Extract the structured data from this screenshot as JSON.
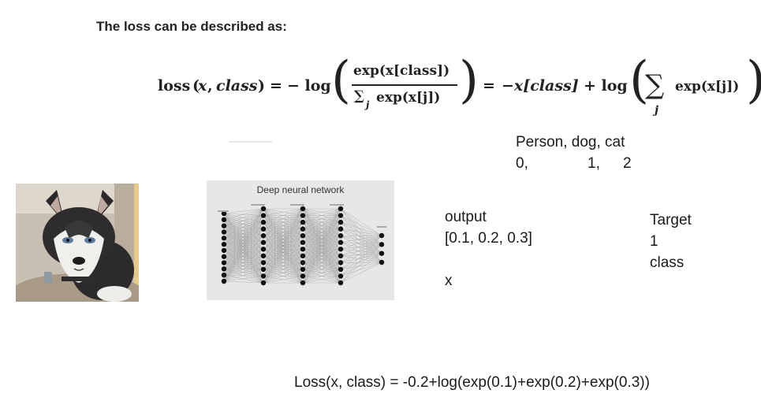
{
  "heading": "The loss can be described as:",
  "formula": {
    "lhs_loss": "loss",
    "lhs_open": "(",
    "lhs_x": "x",
    "lhs_comma": ", ",
    "lhs_class": "class",
    "lhs_close": ")",
    "eq1": "=",
    "neg_log": "− log",
    "num": "exp(x[class])",
    "den_sigma": "∑",
    "den_j": "j",
    "den_rest": "exp(x[j])",
    "eq2": "=",
    "rhs1": "−x[class]",
    "plus_log": "+ log",
    "sum_sigma": "∑",
    "sum_j": "j",
    "sum_rest": "exp(x[j])"
  },
  "classes": {
    "names": "Person, dog, cat",
    "idx0": "0,",
    "idx1": "1,",
    "idx2": "2"
  },
  "network": {
    "title": "Deep neural network"
  },
  "output": {
    "label": "output",
    "values": "[0.1, 0.2, 0.3]",
    "x_label": "x"
  },
  "target": {
    "label": "Target",
    "value": "1",
    "class_label": "class"
  },
  "loss_line": "Loss(x, class)  =  -0.2+log(exp(0.1)+exp(0.2)+exp(0.3))"
}
